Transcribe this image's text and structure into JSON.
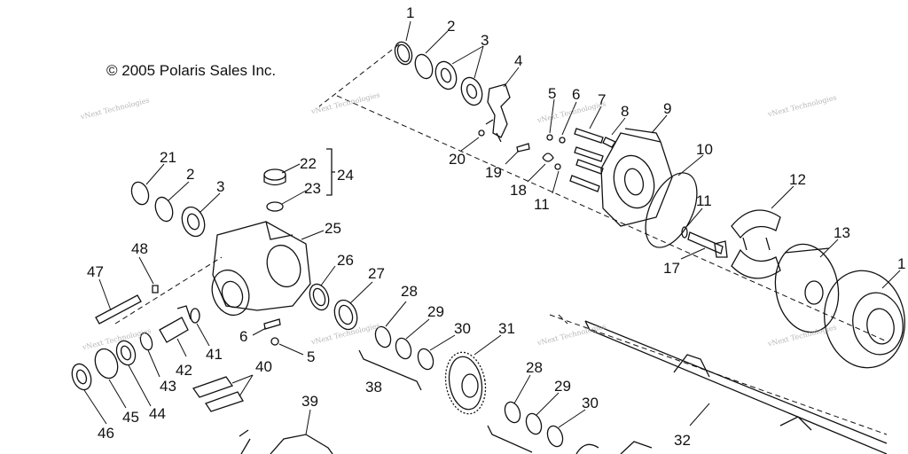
{
  "copyright": "© 2005 Polaris Sales Inc.",
  "watermark": "vNext Technologies",
  "callouts": [
    "1",
    "2",
    "3",
    "4",
    "5",
    "6",
    "7",
    "8",
    "9",
    "10",
    "11",
    "12",
    "13",
    "1",
    "21",
    "2",
    "3",
    "22",
    "23",
    "24",
    "25",
    "47",
    "48",
    "26",
    "27",
    "28",
    "29",
    "30",
    "6",
    "5",
    "31",
    "41",
    "42",
    "43",
    "44",
    "45",
    "46",
    "40",
    "38",
    "39",
    "28",
    "29",
    "30",
    "32",
    "20",
    "19",
    "18",
    "11",
    "11",
    "17"
  ]
}
